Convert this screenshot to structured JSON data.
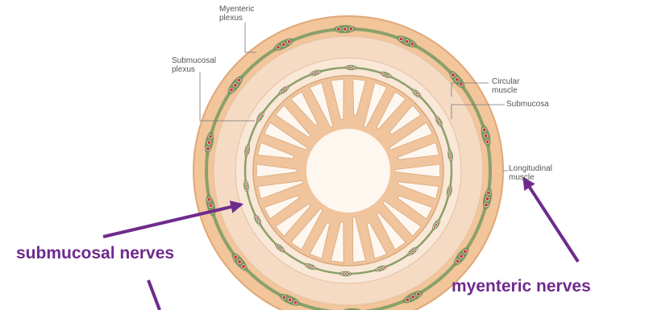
{
  "labels": {
    "myenteric_plexus": [
      "Myenteric",
      "plexus"
    ],
    "submucosal_plexus": [
      "Submucosal",
      "plexus"
    ],
    "circular_muscle": [
      "Circular",
      "muscle"
    ],
    "submucosa": "Submucosa",
    "longitudinal_muscle": [
      "Longitudinal",
      "muscle"
    ]
  },
  "annotations": {
    "submucosal_nerves": "submucosal nerves",
    "myenteric_nerves": "myenteric nerves"
  },
  "colors": {
    "arrow": "#6f2b8c",
    "longitudinal_muscle": "#f2c59b",
    "circular_muscle": "#f6dbc4",
    "submucosa": "#f9e7d7",
    "mucosa": "#f0c49c",
    "lumen": "#fdf7f0",
    "plexus": "#8aa06a",
    "ganglion": "#c93a3a"
  }
}
